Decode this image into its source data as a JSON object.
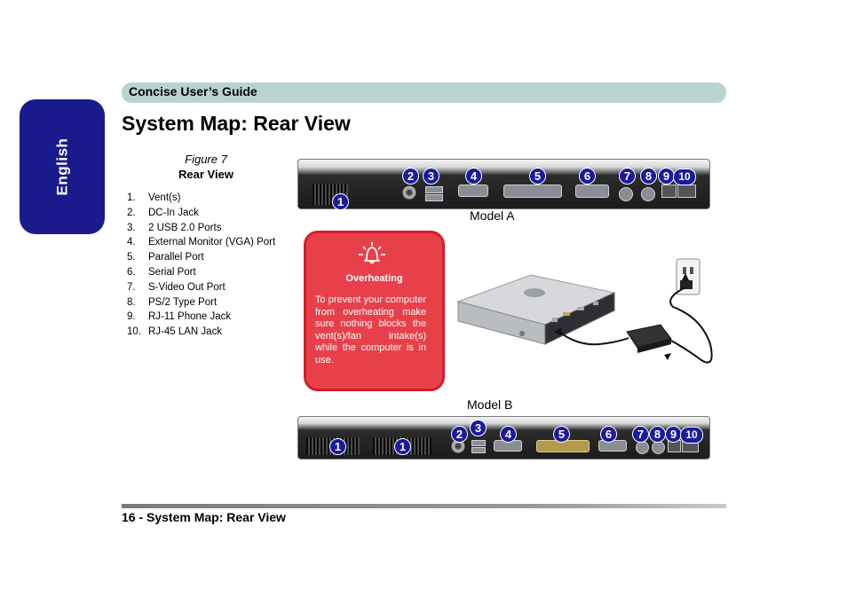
{
  "header": {
    "guide_title": "Concise User’s Guide"
  },
  "sidebar": {
    "language": "English"
  },
  "page": {
    "title": "System Map: Rear View"
  },
  "figure": {
    "number": "Figure 7",
    "caption": "Rear View",
    "items": [
      {
        "num": "1.",
        "label": "Vent(s)"
      },
      {
        "num": "2.",
        "label": "DC-In Jack"
      },
      {
        "num": "3.",
        "label": "2 USB 2.0 Ports"
      },
      {
        "num": "4.",
        "label": "External Monitor (VGA) Port"
      },
      {
        "num": "5.",
        "label": "Parallel Port"
      },
      {
        "num": "6.",
        "label": "Serial Port"
      },
      {
        "num": "7.",
        "label": "S-Video Out Port"
      },
      {
        "num": "8.",
        "label": "PS/2 Type Port"
      },
      {
        "num": "9.",
        "label": "RJ-11 Phone Jack"
      },
      {
        "num": "10.",
        "label": "RJ-45 LAN Jack"
      }
    ]
  },
  "model_a": {
    "label": "Model A",
    "callouts": [
      "1",
      "2",
      "3",
      "4",
      "5",
      "6",
      "7",
      "8",
      "9",
      "10"
    ]
  },
  "model_b": {
    "label": "Model B",
    "callouts": [
      "1",
      "1",
      "2",
      "3",
      "4",
      "5",
      "6",
      "7",
      "8",
      "9",
      "10"
    ]
  },
  "warning": {
    "title": "Overheating",
    "text": "To prevent your computer from overheating make sure nothing blocks the vent(s)/fan intake(s) while the computer is in use.",
    "icon": "bell-alert-icon"
  },
  "footer": {
    "page_label": "16 -  System Map: Rear View"
  },
  "colors": {
    "header_bar": "#b9d4d0",
    "language_tab": "#1a1a8c",
    "callout": "#1a1a9e",
    "warning_box": "#e8404a"
  }
}
